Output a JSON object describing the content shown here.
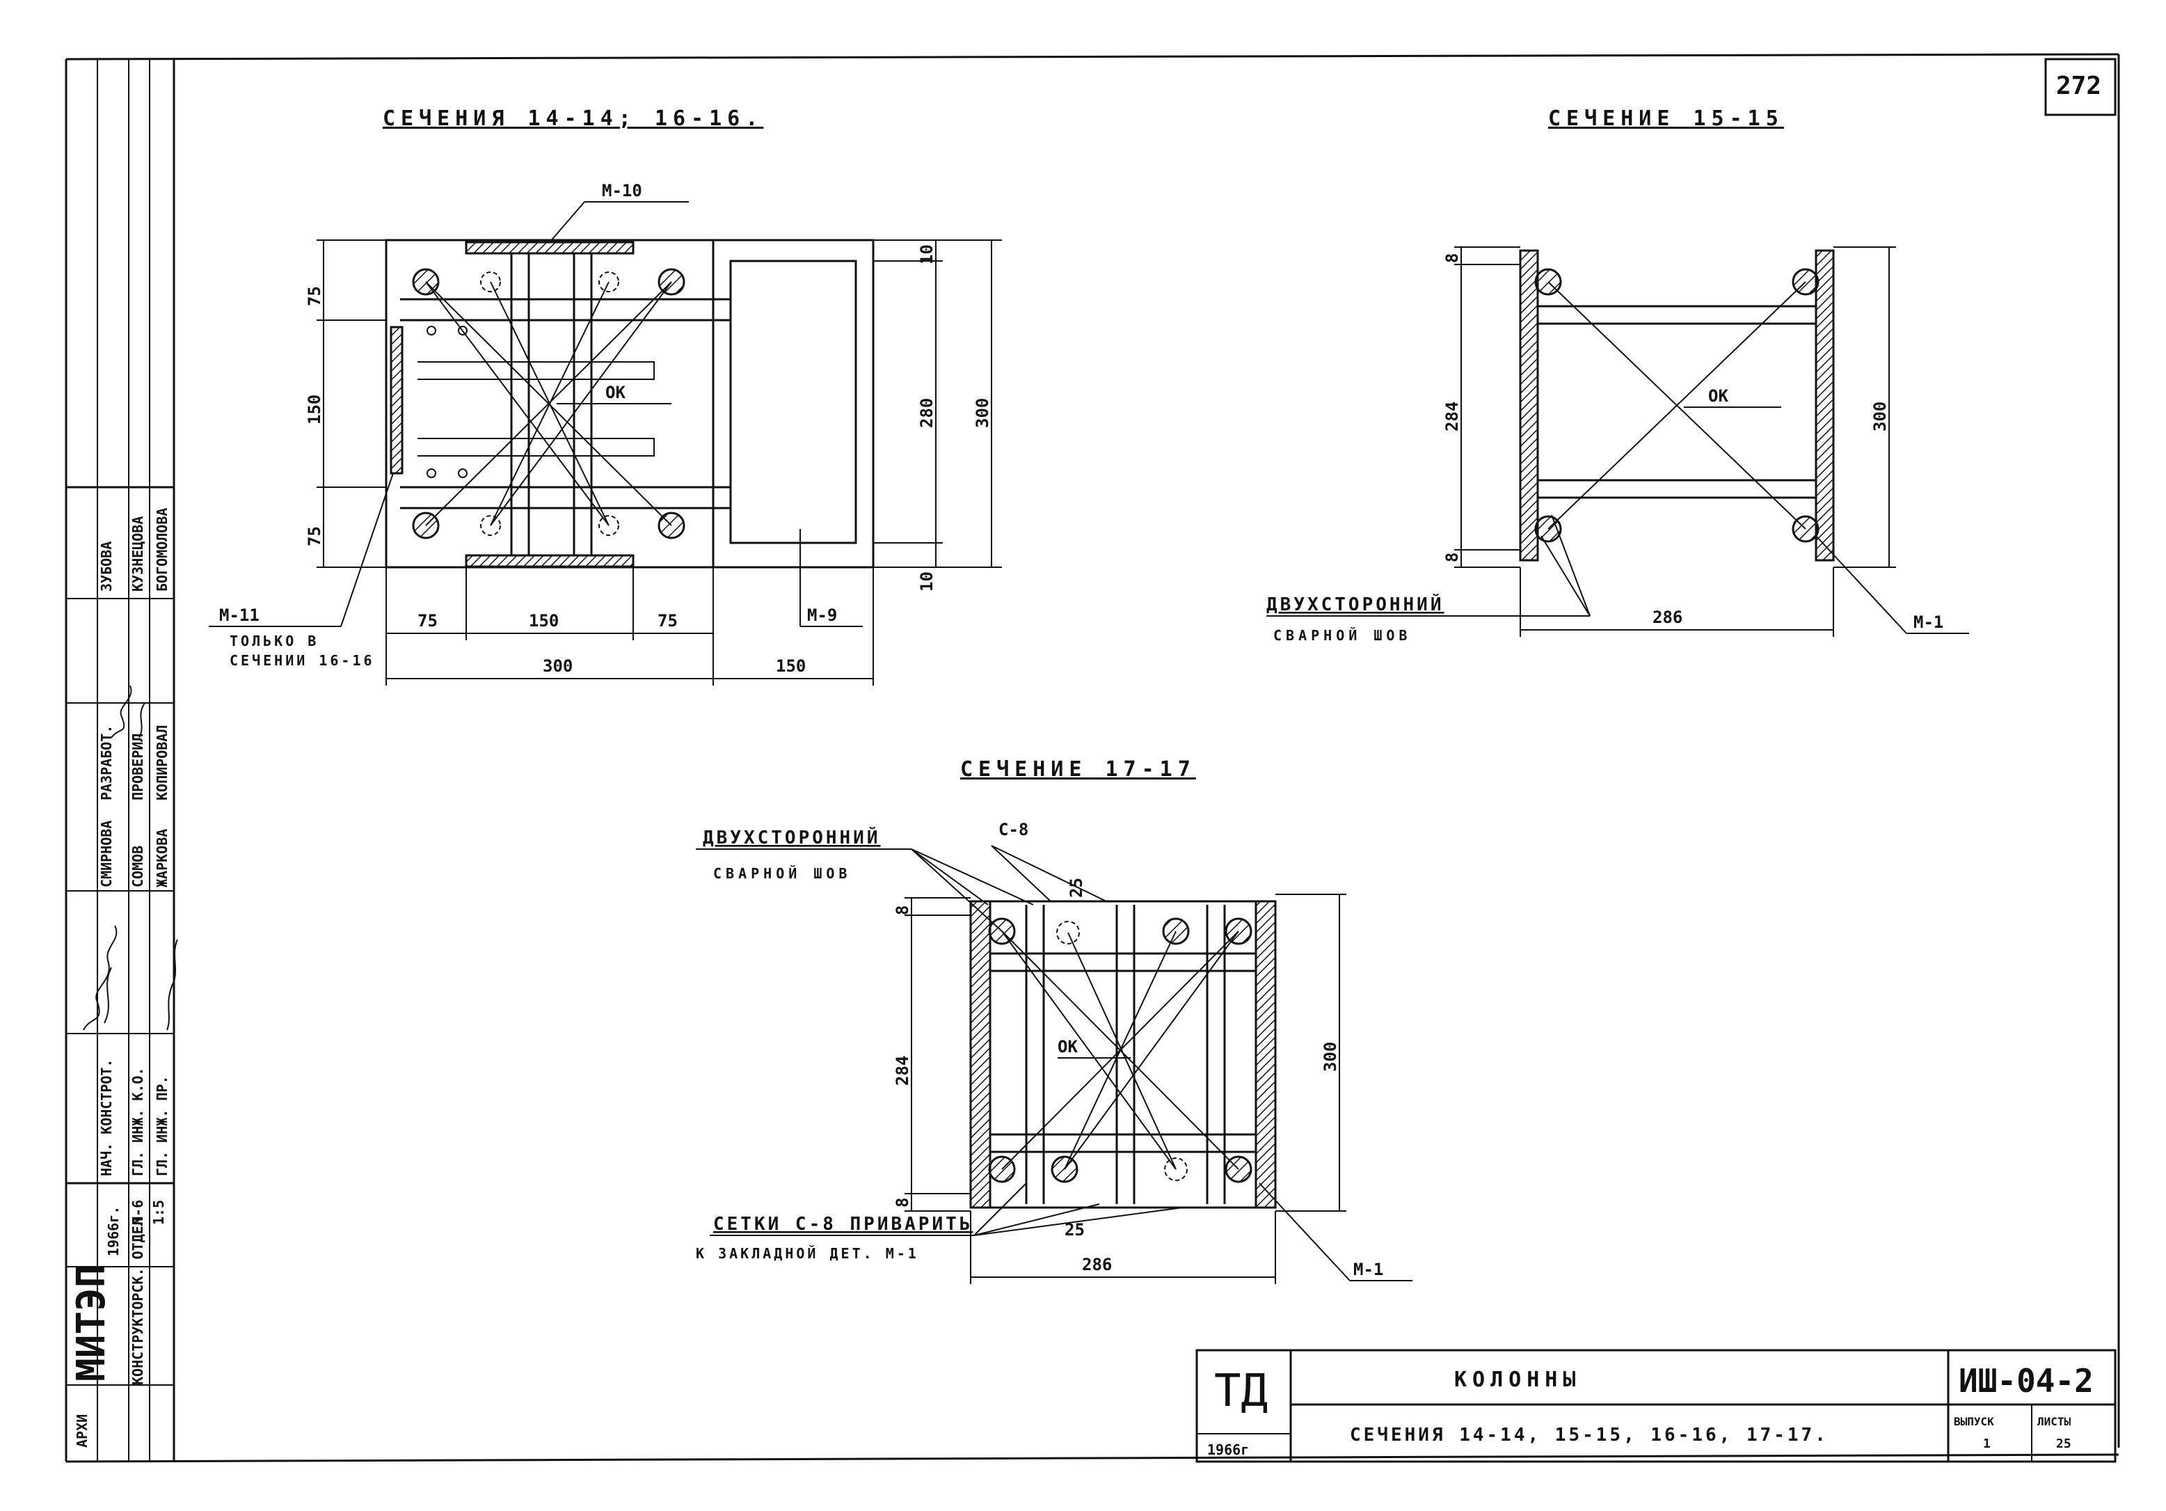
{
  "sheet": {
    "page_number": "272"
  },
  "section_a": {
    "title": "СЕЧЕНИЯ 14-14; 16-16.",
    "mark_top": "М-10",
    "label_ok": "ОК",
    "mark_right": "М-9",
    "mark_left": "М-11",
    "note_1": "ТОЛЬКО В",
    "note_2": "СЕЧЕНИИ 16-16",
    "dims_left": [
      "75",
      "150",
      "75"
    ],
    "dims_bottom": [
      "75",
      "150",
      "75"
    ],
    "dim_total": "300",
    "dim_right_total": "150",
    "dims_right": [
      "10",
      "280",
      "10",
      "300"
    ]
  },
  "section_b": {
    "title": "СЕЧЕНИЕ 15-15",
    "label_ok": "ОК",
    "dim_left": "284",
    "dim_top": "8",
    "dim_bottom": "8",
    "dim_right": "300",
    "dim_width": "286",
    "weld_1": "ДВУХСТОРОННИЙ",
    "weld_2": "СВАРНОЙ ШОВ",
    "mark": "М-1"
  },
  "section_c": {
    "title": "СЕЧЕНИЕ 17-17",
    "weld_1": "ДВУХСТОРОННИЙ",
    "weld_2": "СВАРНОЙ ШОВ",
    "mark_mesh": "С-8",
    "dim_25_top": "25",
    "label_ok": "ОК",
    "dim_left": "284",
    "dim_top": "8",
    "dim_bottom": "8",
    "dim_right": "300",
    "dim_25_bottom": "25",
    "note_1": "СЕТКИ С-8 ПРИВАРИТЬ",
    "note_2": "К ЗАКЛАДНОЙ ДЕТ. М-1",
    "dim_width": "286",
    "mark": "М-1"
  },
  "side_stamp": {
    "org": "МИТЭП",
    "dept": "КОНСТРУКТОРСК. ОТДЕЛ",
    "archive": "АРХИ",
    "date": "1966г.",
    "scale_1": "М-6",
    "scale_2": "1:5",
    "roles": [
      "НАЧ. КОНСТРОТ.",
      "ГЛ. ИНЖ. К.О.",
      "ГЛ. ИНЖ. ПР."
    ],
    "names_1": [
      "СМИРНОВА",
      "СОМОВ",
      "ЖАРКОВА"
    ],
    "roles_2": [
      "РАЗРАБОТ.",
      "ПРОВЕРИЛ",
      "КОПИРОВАЛ"
    ],
    "names_2": [
      "ЗУБОВА",
      "КУЗНЕЦОВА",
      "БОГОМОЛОВА"
    ]
  },
  "title_block": {
    "td": "ТД",
    "year": "1966г",
    "name": "КОЛОННЫ",
    "subtitle": "СЕЧЕНИЯ 14-14, 15-15, 16-16, 17-17.",
    "code": "ИШ-04-2",
    "issue_label": "ВЫПУСК",
    "issue_val": "1",
    "sheet_label": "ЛИСТЫ",
    "sheet_val": "25"
  }
}
